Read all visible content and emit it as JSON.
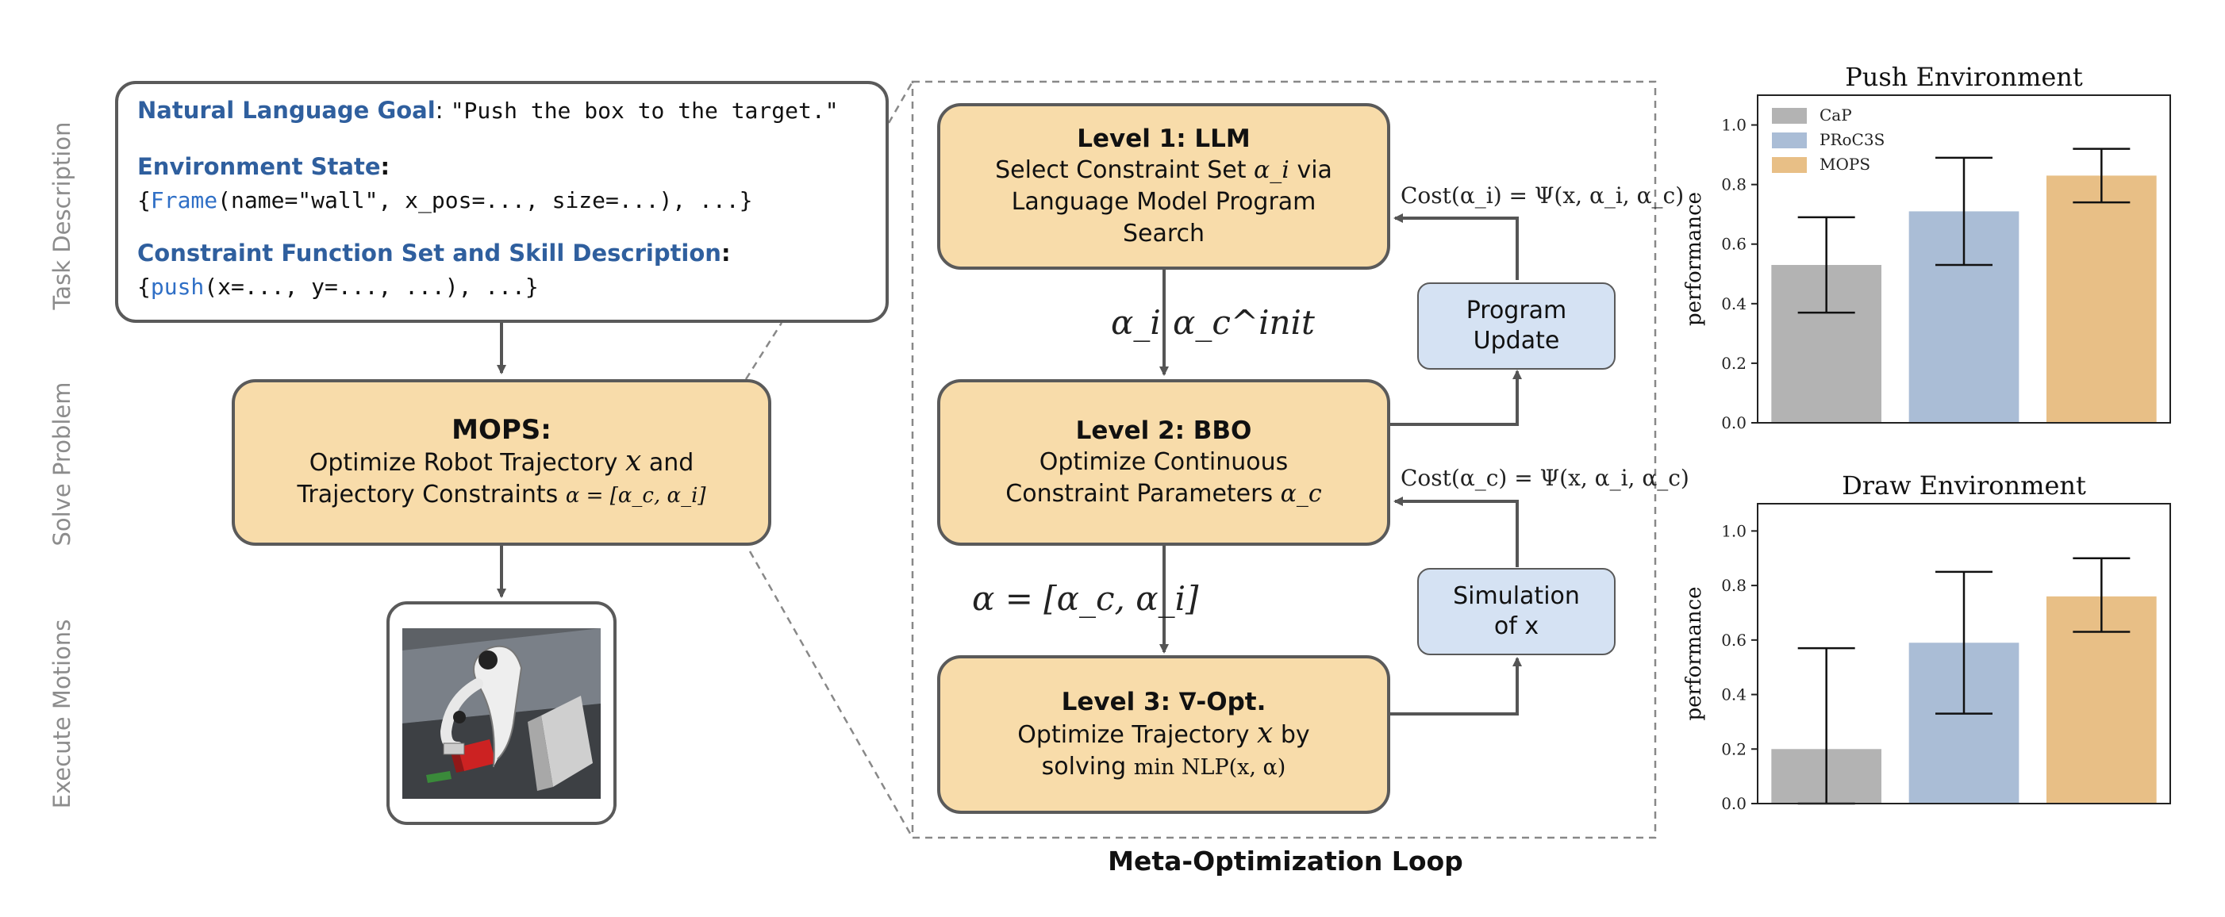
{
  "side_labels": {
    "task": "Task Description",
    "solve": "Solve Problem",
    "execute": "Execute Motions"
  },
  "task_box": {
    "goal_label": "Natural Language Goal",
    "goal_value": "\"Push the box to the target.\"",
    "env_label": "Environment State",
    "env_kw": "Frame",
    "env_rest": "(name=\"wall\", x_pos=..., size=...), ...}",
    "constraint_label": "Constraint Function Set and Skill Description",
    "constraint_kw": "push",
    "constraint_rest": "(x=..., y=..., ...), ...}"
  },
  "mops_box": {
    "title": "MOPS:",
    "line1": "Optimize Robot Trajectory",
    "line1_var": "x",
    "line1_tail": "and",
    "line2": "Trajectory Constraints",
    "line2_math": "α = [α_c, α_i]"
  },
  "loop": {
    "level1_title": "Level 1: LLM",
    "level1_line1": "Select Constraint Set",
    "level1_line1_var": "α_i",
    "level1_line1_tail": "via",
    "level1_line2": "Language Model Program",
    "level1_line3": "Search",
    "level2_title": "Level 2: BBO",
    "level2_line1": "Optimize Continuous",
    "level2_line2": "Constraint Parameters",
    "level2_line2_var": "α_c",
    "level3_title": "Level 3: ∇-Opt.",
    "level3_line1": "Optimize Trajectory",
    "level3_line1_var": "x",
    "level3_line1_tail": "by",
    "level3_line2": "solving",
    "level3_line2_math": "min NLP(x, α)",
    "program_update_1": "Program",
    "program_update_2": "Update",
    "simulation_1": "Simulation",
    "simulation_2": "of x",
    "cost_top": "Cost(α_i) = Ψ(x, α_i, α_c)",
    "cost_mid": "Cost(α_c) = Ψ(x, α_i, α_c)",
    "arrow_label_1a": "α_i",
    "arrow_label_1b": "α_c^init",
    "arrow_label_2": "α = [α_c, α_i]",
    "footer": "Meta-Optimization Loop"
  },
  "colors": {
    "orange_box": "#f8dcaa",
    "blue_box": "#d5e2f3",
    "bar_cap": "#b3b3b3",
    "bar_proc3s": "#aabdd6",
    "bar_mops": "#e8bf86",
    "label_blue": "#2f5f9e"
  },
  "chart_data": [
    {
      "type": "bar",
      "title": "Push Environment",
      "ylabel": "performance",
      "ylim": [
        0,
        1.1
      ],
      "yticks": [
        "0.0",
        "0.2",
        "0.4",
        "0.6",
        "0.8",
        "1.0"
      ],
      "legend": "top-left",
      "series": [
        {
          "name": "CaP",
          "value": 0.53,
          "err_low": 0.37,
          "err_high": 0.69
        },
        {
          "name": "PRoC3S",
          "value": 0.71,
          "err_low": 0.53,
          "err_high": 0.89
        },
        {
          "name": "MOPS",
          "value": 0.83,
          "err_low": 0.74,
          "err_high": 0.92
        }
      ]
    },
    {
      "type": "bar",
      "title": "Draw Environment",
      "ylabel": "performance",
      "ylim": [
        0,
        1.1
      ],
      "yticks": [
        "0.0",
        "0.2",
        "0.4",
        "0.6",
        "0.8",
        "1.0"
      ],
      "series": [
        {
          "name": "CaP",
          "value": 0.2,
          "err_low": 0.0,
          "err_high": 0.57
        },
        {
          "name": "PRoC3S",
          "value": 0.59,
          "err_low": 0.33,
          "err_high": 0.85
        },
        {
          "name": "MOPS",
          "value": 0.76,
          "err_low": 0.63,
          "err_high": 0.9
        }
      ]
    }
  ]
}
